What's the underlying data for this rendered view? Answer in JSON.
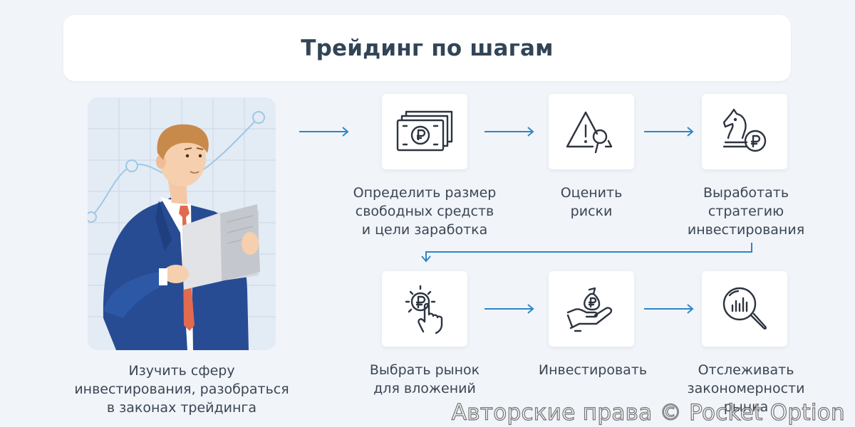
{
  "title": "Трейдинг по шагам",
  "steps": [
    {
      "label": "Изучить сферу\nинвестирования, разобраться\nв законах трейдинга",
      "icon": "trader-reading-illustration"
    },
    {
      "label": "Определить размер\nсвободных средств\nи цели заработка",
      "icon": "ruble-banknotes-icon"
    },
    {
      "label": "Оценить\nриски",
      "icon": "risk-warning-magnifier-icon"
    },
    {
      "label": "Выработать\nстратегию\nинвестирования",
      "icon": "chess-knight-ruble-icon"
    },
    {
      "label": "Выбрать рынок\nдля вложений",
      "icon": "ruble-click-hand-icon"
    },
    {
      "label": "Инвестировать",
      "icon": "hand-money-bag-icon"
    },
    {
      "label": "Отслеживать\nзакономерности\nрынка",
      "icon": "magnifier-chart-icon"
    }
  ],
  "watermark": "Авторские права © Pocket Option",
  "colors": {
    "background": "#f1f4f9",
    "card": "#ffffff",
    "arrow": "#2f86c6",
    "icon_stroke": "#2d3440",
    "title": "#324557",
    "suit": "#274c93",
    "tie": "#e26a4e"
  }
}
